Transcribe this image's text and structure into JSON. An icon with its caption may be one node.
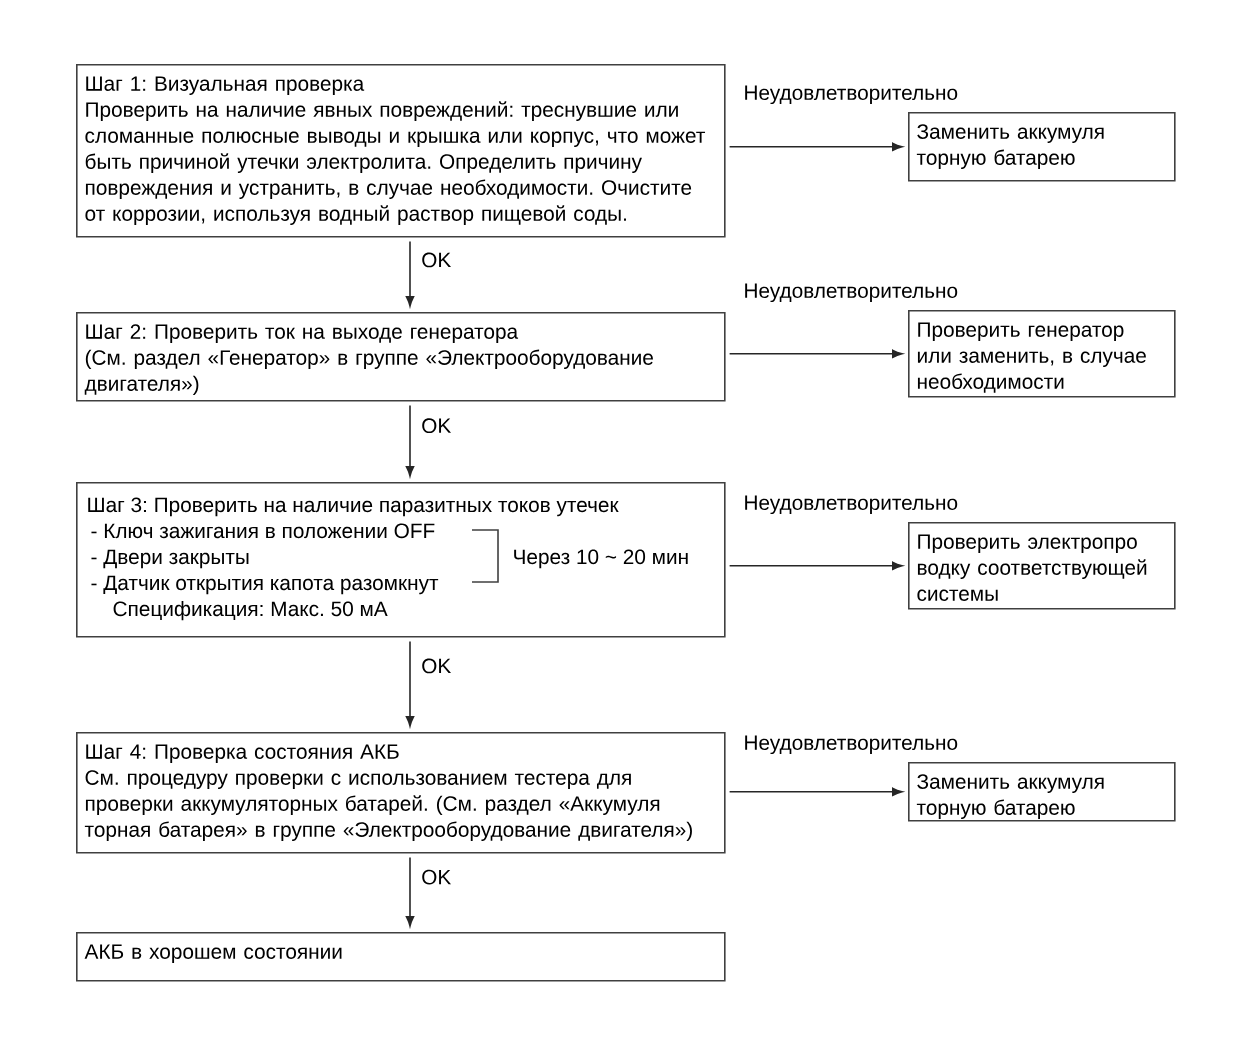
{
  "diagram": {
    "nodes": [
      {
        "text": [
          "Шаг 1: Визуальная проверка",
          "Проверить на наличие явных повреждений: треснувшие или сломанные полюсные выводы и крышка или корпус, что может быть причиной утечки электролита. Определить причину повреждения и устранить, в случае необходимости. Очистите от коррозии, используя водный раствор пищевой соды."
        ]
      },
      {
        "text": [
          "Заменить аккумуля торную батарею"
        ]
      },
      {
        "text": [
          "Шаг 2: Проверить ток на выходе генератора",
          "(См. раздел «Генератор» в группе «Электрооборудование двигателя»)"
        ]
      },
      {
        "text": [
          "Проверить генератор или заменить, в случае необходимости"
        ]
      },
      {
        "text": [
          "Шаг 3: Проверить на наличие паразитных токов утечек",
          "- Ключ зажигания в положении OFF",
          "- Двери закрыты",
          "- Датчик открытия капота разомкнут",
          "Спецификация: Макс. 50 мА",
          "Через 10 ~ 20 мин"
        ]
      },
      {
        "text": [
          "Проверить электропро водку соответствующей системы"
        ]
      },
      {
        "text": [
          "Шаг 4: Проверка состояния АКБ",
          "См. процедуру проверки с использованием тестера для проверки аккумуляторных батарей. (См. раздел «Аккумуля торная батарея» в группе «Электрооборудование двигателя»)"
        ]
      },
      {
        "text": [
          "Заменить аккумуля торную батарею"
        ]
      },
      {
        "text": [
          "АКБ в хорошем состоянии"
        ]
      }
    ],
    "edges": [
      {
        "from": 0,
        "to": 1,
        "arrow": "to",
        "label": "Неудовлетворительно"
      },
      {
        "from": 0,
        "to": 2,
        "arrow": "to",
        "label": "OK"
      },
      {
        "from": 2,
        "to": 3,
        "arrow": "to",
        "label": "Неудовлетворительно"
      },
      {
        "from": 2,
        "to": 4,
        "arrow": "to",
        "label": "OK"
      },
      {
        "from": 4,
        "to": 5,
        "arrow": "to",
        "label": "Неудовлетворительно"
      },
      {
        "from": 4,
        "to": 6,
        "arrow": "to",
        "label": "OK"
      },
      {
        "from": 6,
        "to": 7,
        "arrow": "to",
        "label": "Неудовлетворительно"
      },
      {
        "from": 6,
        "to": 8,
        "arrow": "to",
        "label": "OK"
      }
    ]
  }
}
